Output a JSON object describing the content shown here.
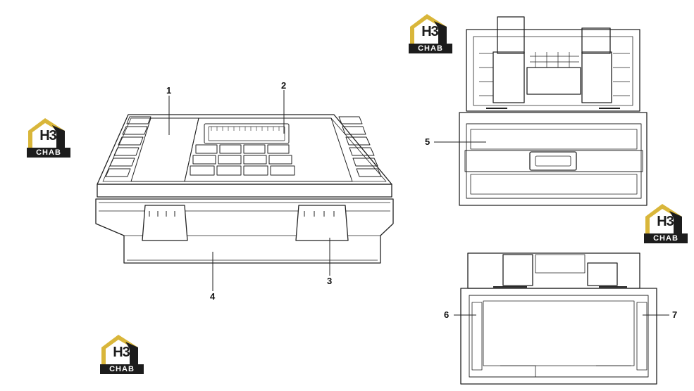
{
  "logo": {
    "letters": "H3",
    "caption": "CHAB"
  },
  "callouts": {
    "c1": "1",
    "c2": "2",
    "c3": "3",
    "c4": "4",
    "c5": "5",
    "c6": "6",
    "c7": "7"
  }
}
